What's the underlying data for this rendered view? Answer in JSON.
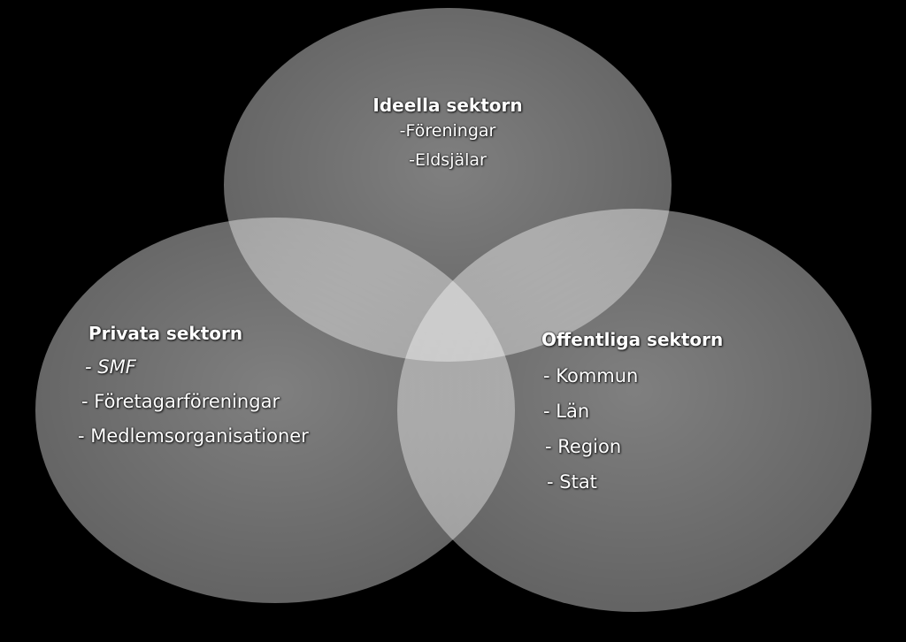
{
  "colors": {
    "background": "#000000",
    "circle_fill": "#ffffff",
    "circle_opacity": 0.45,
    "text": "#ffffff"
  },
  "sectors": {
    "ideella": {
      "title": "Ideella sektorn",
      "items": [
        "-Föreningar",
        "-Eldsjälar"
      ]
    },
    "privata": {
      "title": "Privata sektorn",
      "items": [
        "- SMF",
        "- Företagarföreningar",
        "- Medlemsorganisationer"
      ]
    },
    "offentliga": {
      "title": "Offentliga sektorn",
      "items": [
        "- Kommun",
        "- Län",
        "- Region",
        "- Stat"
      ]
    }
  }
}
